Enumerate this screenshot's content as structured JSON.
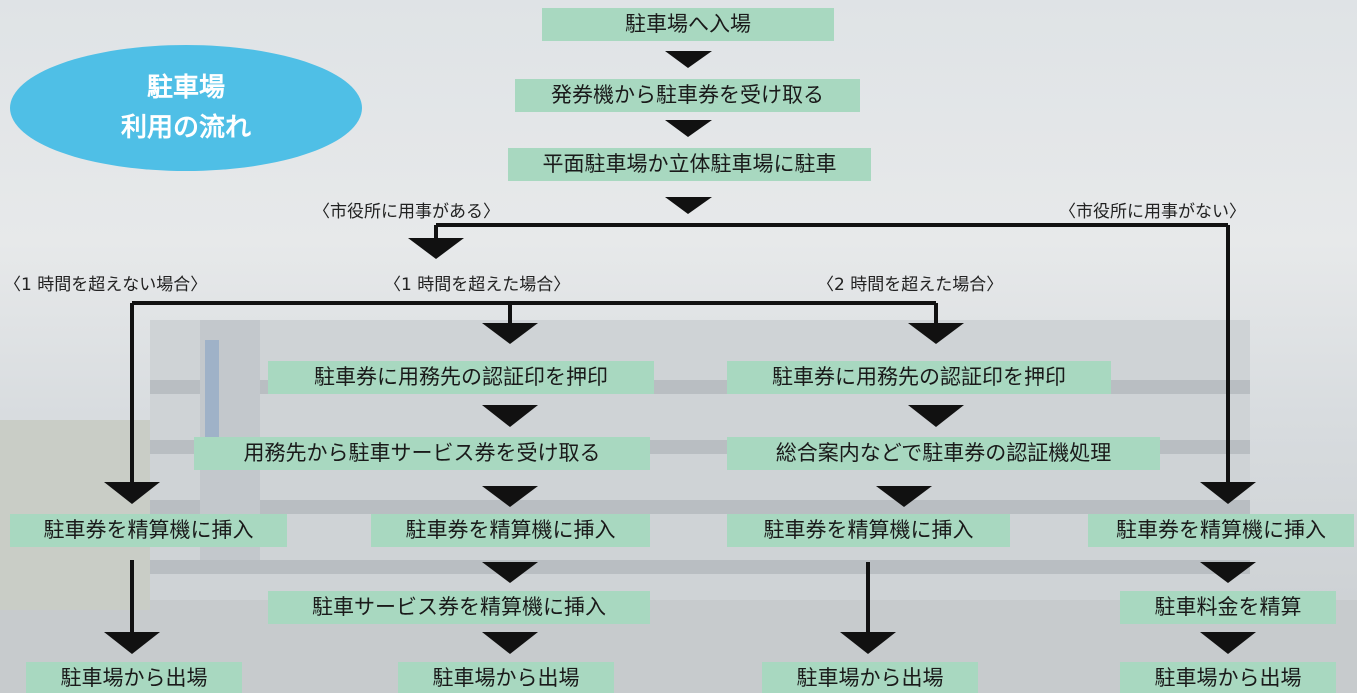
{
  "badge": {
    "line1": "駐車場",
    "line2": "利用の流れ"
  },
  "steps": {
    "enter": "駐車場へ入場",
    "ticket": "発券機から駐車券を受け取る",
    "park": "平面駐車場か立体駐車場に駐車"
  },
  "branches": {
    "has_business": "〈市役所に用事がある〉",
    "no_business": "〈市役所に用事がない〉",
    "under_1h": "〈1 時間を超えない場合〉",
    "over_1h": "〈1 時間を超えた場合〉",
    "over_2h": "〈2 時間を超えた場合〉"
  },
  "col1": {
    "insert": "駐車券を精算機に挿入",
    "exit": "駐車場から出場"
  },
  "col2": {
    "stamp": "駐車券に用務先の認証印を押印",
    "receive": "用務先から駐車サービス券を受け取る",
    "insert": "駐車券を精算機に挿入",
    "insert_service": "駐車サービス券を精算機に挿入",
    "exit": "駐車場から出場"
  },
  "col3": {
    "stamp": "駐車券に用務先の認証印を押印",
    "process": "総合案内などで駐車券の認証機処理",
    "insert": "駐車券を精算機に挿入",
    "exit": "駐車場から出場"
  },
  "col4": {
    "insert": "駐車券を精算機に挿入",
    "pay": "駐車料金を精算",
    "exit": "駐車場から出場"
  }
}
